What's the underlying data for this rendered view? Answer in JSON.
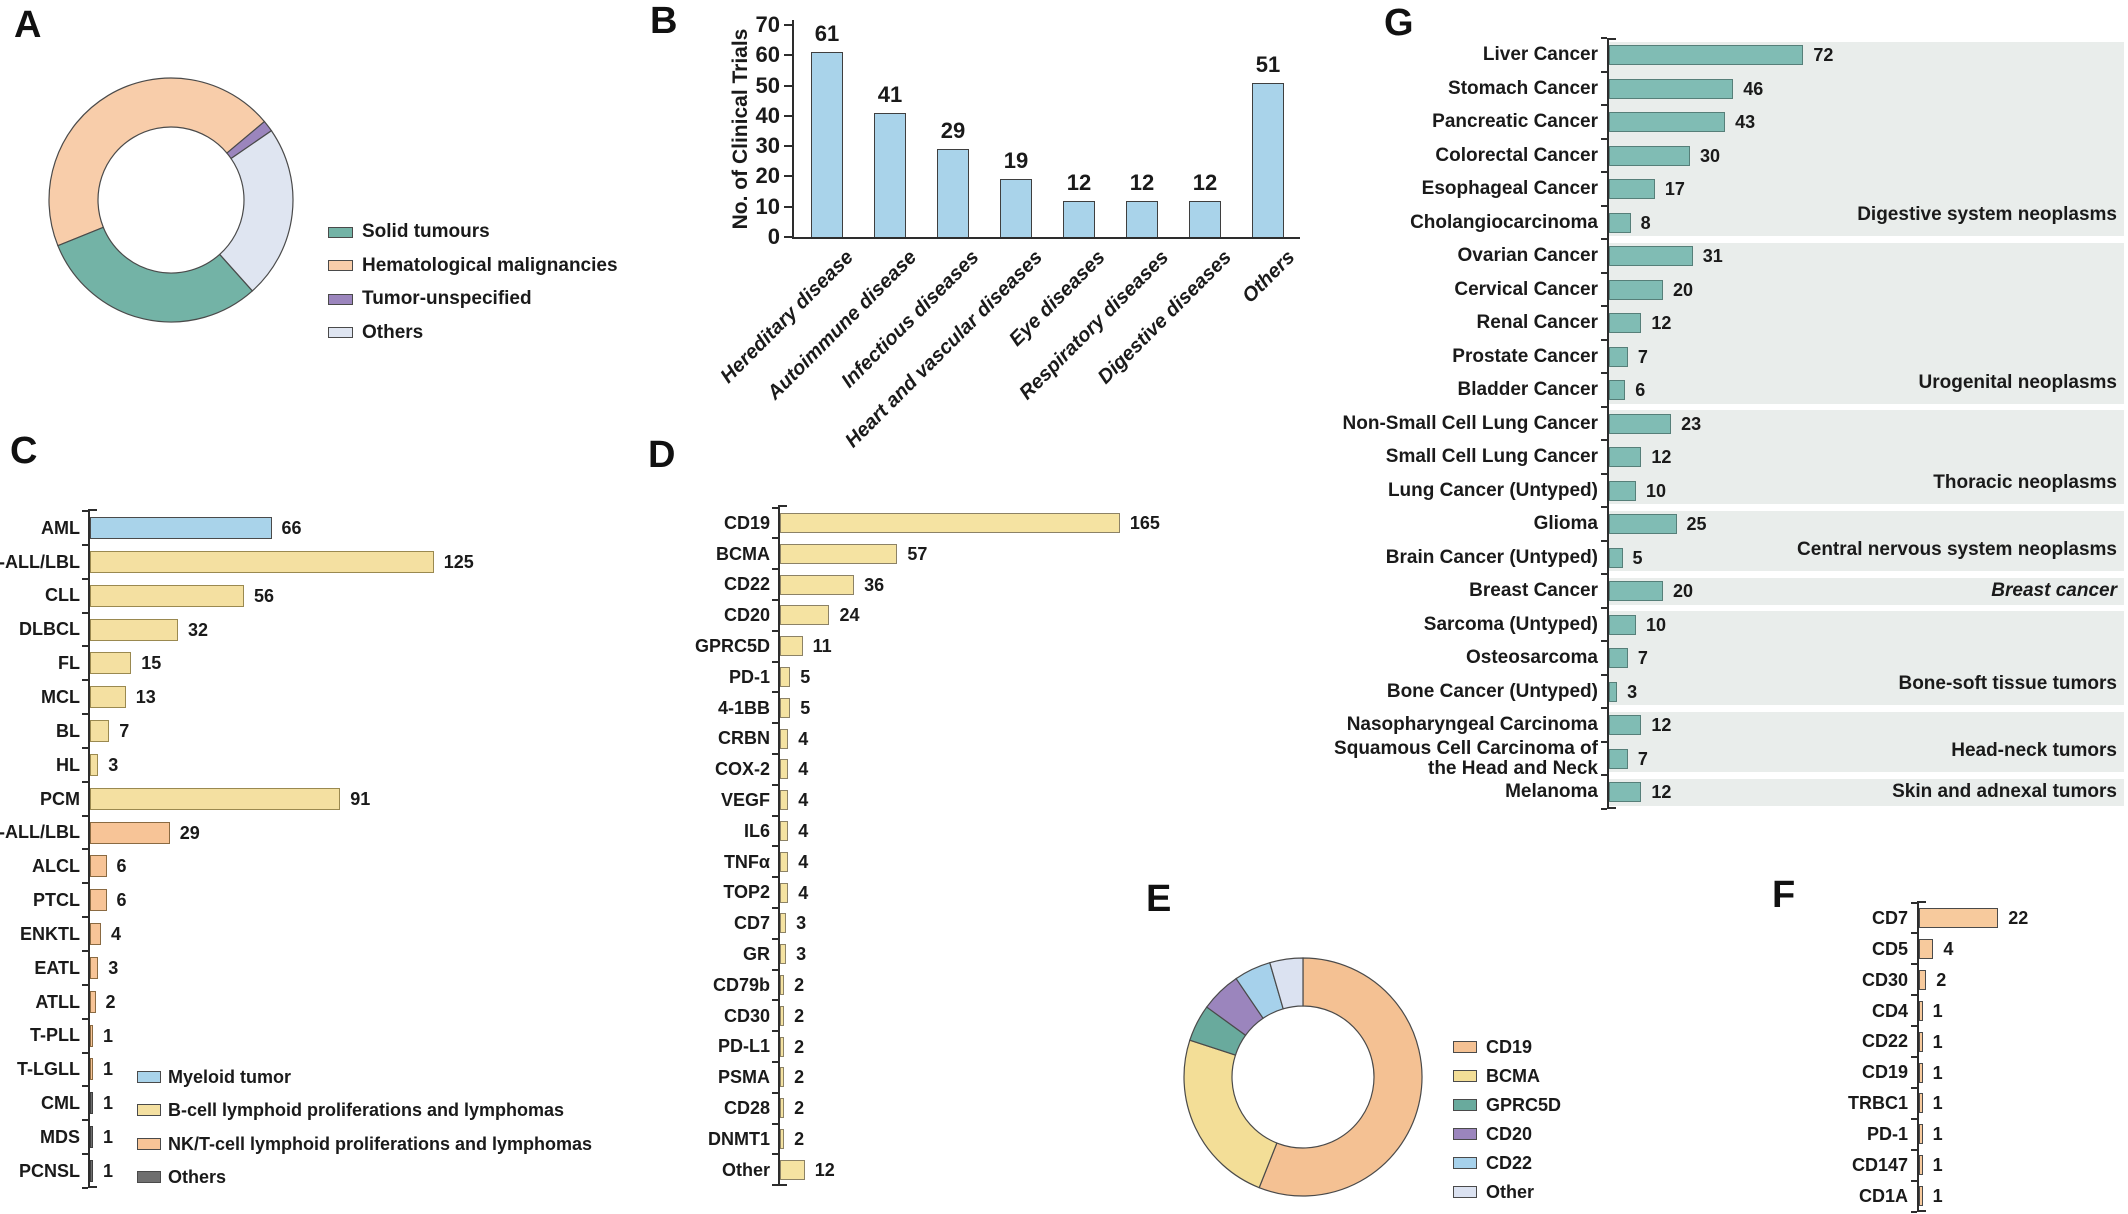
{
  "figure": {
    "background": "#ffffff",
    "axis_color": "#2d2d2d"
  },
  "panels": {
    "A": {
      "letter": "A"
    },
    "B": {
      "letter": "B"
    },
    "C": {
      "letter": "C"
    },
    "D": {
      "letter": "D"
    },
    "E": {
      "letter": "E"
    },
    "F": {
      "letter": "F"
    },
    "G": {
      "letter": "G"
    }
  },
  "chart_data": [
    {
      "panel": "A",
      "type": "pie",
      "donut": true,
      "rotation_deg": -112,
      "slices": [
        {
          "label": "Hematological malignancies",
          "pct": 45.0,
          "color": "#f8cdaa"
        },
        {
          "label": "Tumor-unspecified",
          "pct": 1.5,
          "color": "#9b85bd"
        },
        {
          "label": "Others",
          "pct": 23.0,
          "color": "#dfe5f1"
        },
        {
          "label": "Solid tumours",
          "pct": 30.5,
          "color": "#73b3a6"
        }
      ],
      "legend": [
        {
          "label": "Solid tumours",
          "color": "#73b3a6"
        },
        {
          "label": "Hematological malignancies",
          "color": "#f8cdaa"
        },
        {
          "label": "Tumor-unspecified",
          "color": "#9b85bd"
        },
        {
          "label": "Others",
          "color": "#dfe5f1"
        }
      ]
    },
    {
      "panel": "B",
      "type": "bar",
      "ylabel": "No. of Clinical Trials",
      "ylim": [
        0,
        70
      ],
      "yticks": [
        0,
        10,
        20,
        30,
        40,
        50,
        60,
        70
      ],
      "categories": [
        "Hereditary disease",
        "Autoimmune disease",
        "Infectious diseases",
        "Heart and vascular diseases",
        "Eye diseases",
        "Respiratory diseases",
        "Digestive diseases",
        "Others"
      ],
      "values": [
        61,
        41,
        29,
        19,
        12,
        12,
        12,
        51
      ],
      "bar_color": "#a9d3ea",
      "bar_outline": "#3f3f3f"
    },
    {
      "panel": "C",
      "type": "bar_h",
      "series": [
        {
          "name": "Myeloid tumor",
          "color": "#a9d3ea",
          "outline": "#4a4a4a"
        },
        {
          "name": "B-cell lymphoid proliferations and lymphomas",
          "color": "#f4e0a1",
          "outline": "#9a8950"
        },
        {
          "name": "NK/T-cell lymphoid proliferations and lymphomas",
          "color": "#f7c497",
          "outline": "#8a6a42"
        },
        {
          "name": "Others",
          "color": "#6f6f6f",
          "outline": "#3f3f3f"
        }
      ],
      "rows": [
        {
          "label": "AML",
          "value": 66,
          "series": 0
        },
        {
          "label": "B-ALL/LBL",
          "value": 125,
          "series": 1
        },
        {
          "label": "CLL",
          "value": 56,
          "series": 1
        },
        {
          "label": "DLBCL",
          "value": 32,
          "series": 1
        },
        {
          "label": "FL",
          "value": 15,
          "series": 1
        },
        {
          "label": "MCL",
          "value": 13,
          "series": 1
        },
        {
          "label": "BL",
          "value": 7,
          "series": 1
        },
        {
          "label": "HL",
          "value": 3,
          "series": 1
        },
        {
          "label": "PCM",
          "value": 91,
          "series": 1
        },
        {
          "label": "T-ALL/LBL",
          "value": 29,
          "series": 2
        },
        {
          "label": "ALCL",
          "value": 6,
          "series": 2
        },
        {
          "label": "PTCL",
          "value": 6,
          "series": 2
        },
        {
          "label": "ENKTL",
          "value": 4,
          "series": 2
        },
        {
          "label": "EATL",
          "value": 3,
          "series": 2
        },
        {
          "label": "ATLL",
          "value": 2,
          "series": 2
        },
        {
          "label": "T-PLL",
          "value": 1,
          "series": 2
        },
        {
          "label": "T-LGLL",
          "value": 1,
          "series": 2
        },
        {
          "label": "CML",
          "value": 1,
          "series": 3
        },
        {
          "label": "MDS",
          "value": 1,
          "series": 3
        },
        {
          "label": "PCNSL",
          "value": 1,
          "series": 3
        }
      ]
    },
    {
      "panel": "D",
      "type": "bar_h",
      "bar_color": "#f5e3a2",
      "bar_outline": "#8c8266",
      "rows": [
        {
          "label": "CD19",
          "value": 165
        },
        {
          "label": "BCMA",
          "value": 57
        },
        {
          "label": "CD22",
          "value": 36
        },
        {
          "label": "CD20",
          "value": 24
        },
        {
          "label": "GPRC5D",
          "value": 11
        },
        {
          "label": "PD-1",
          "value": 5
        },
        {
          "label": "4-1BB",
          "value": 5
        },
        {
          "label": "CRBN",
          "value": 4
        },
        {
          "label": "COX-2",
          "value": 4
        },
        {
          "label": "VEGF",
          "value": 4
        },
        {
          "label": "IL6",
          "value": 4
        },
        {
          "label": "TNFα",
          "value": 4
        },
        {
          "label": "TOP2",
          "value": 4
        },
        {
          "label": "CD7",
          "value": 3
        },
        {
          "label": "GR",
          "value": 3
        },
        {
          "label": "CD79b",
          "value": 2
        },
        {
          "label": "CD30",
          "value": 2
        },
        {
          "label": "PD-L1",
          "value": 2
        },
        {
          "label": "PSMA",
          "value": 2
        },
        {
          "label": "CD28",
          "value": 2
        },
        {
          "label": "DNMT1",
          "value": 2
        },
        {
          "label": "Other",
          "value": 12
        }
      ]
    },
    {
      "panel": "E",
      "type": "pie",
      "donut": true,
      "rotation_deg": 0,
      "slices": [
        {
          "label": "CD19",
          "pct": 56.0,
          "color": "#f4c193"
        },
        {
          "label": "BCMA",
          "pct": 24.0,
          "color": "#f3de97"
        },
        {
          "label": "GPRC5D",
          "pct": 5.0,
          "color": "#69aa9d"
        },
        {
          "label": "CD20",
          "pct": 5.5,
          "color": "#9b85bd"
        },
        {
          "label": "CD22",
          "pct": 5.0,
          "color": "#a6d1eb"
        },
        {
          "label": "Other",
          "pct": 4.5,
          "color": "#dbe2f1"
        }
      ],
      "legend": [
        {
          "label": "CD19",
          "color": "#f4c193"
        },
        {
          "label": "BCMA",
          "color": "#f3de97"
        },
        {
          "label": "GPRC5D",
          "color": "#69aa9d"
        },
        {
          "label": "CD20",
          "color": "#9b85bd"
        },
        {
          "label": "CD22",
          "color": "#a6d1eb"
        },
        {
          "label": "Other",
          "color": "#dbe2f1"
        }
      ]
    },
    {
      "panel": "F",
      "type": "bar_h",
      "bar_color": "#f7ca9d",
      "bar_outline": "#4a4a4a",
      "rows": [
        {
          "label": "CD7",
          "value": 22
        },
        {
          "label": "CD5",
          "value": 4
        },
        {
          "label": "CD30",
          "value": 2
        },
        {
          "label": "CD4",
          "value": 1
        },
        {
          "label": "CD22",
          "value": 1
        },
        {
          "label": "CD19",
          "value": 1
        },
        {
          "label": "TRBC1",
          "value": 1
        },
        {
          "label": "PD-1",
          "value": 1
        },
        {
          "label": "CD147",
          "value": 1
        },
        {
          "label": "CD1A",
          "value": 1
        }
      ]
    },
    {
      "panel": "G",
      "type": "bar_h",
      "bar_color": "#80bcb4",
      "bar_outline": "#567f79",
      "band_color": "#e9edeb",
      "rows": [
        {
          "label": "Liver Cancer",
          "value": 72
        },
        {
          "label": "Stomach Cancer",
          "value": 46
        },
        {
          "label": "Pancreatic Cancer",
          "value": 43
        },
        {
          "label": "Colorectal Cancer",
          "value": 30
        },
        {
          "label": "Esophageal Cancer",
          "value": 17
        },
        {
          "label": "Cholangiocarcinoma",
          "value": 8
        },
        {
          "label": "Ovarian Cancer",
          "value": 31
        },
        {
          "label": "Cervical Cancer",
          "value": 20
        },
        {
          "label": "Renal Cancer",
          "value": 12
        },
        {
          "label": "Prostate Cancer",
          "value": 7
        },
        {
          "label": "Bladder Cancer",
          "value": 6
        },
        {
          "label": "Non-Small Cell Lung Cancer",
          "value": 23
        },
        {
          "label": "Small Cell Lung Cancer",
          "value": 12
        },
        {
          "label": "Lung Cancer (Untyped)",
          "value": 10
        },
        {
          "label": "Glioma",
          "value": 25
        },
        {
          "label": "Brain Cancer (Untyped)",
          "value": 5
        },
        {
          "label": "Breast Cancer",
          "value": 20
        },
        {
          "label": "Sarcoma (Untyped)",
          "value": 10
        },
        {
          "label": "Osteosarcoma",
          "value": 7
        },
        {
          "label": "Bone Cancer (Untyped)",
          "value": 3
        },
        {
          "label": "Nasopharyngeal Carcinoma",
          "value": 12
        },
        {
          "label": "Squamous Cell Carcinoma of\nthe Head and Neck",
          "value": 7
        },
        {
          "label": "Melanoma",
          "value": 12
        }
      ],
      "groups": [
        {
          "label": "Digestive system neoplasms",
          "rows": [
            0,
            5
          ]
        },
        {
          "label": "Urogenital neoplasms",
          "rows": [
            6,
            10
          ]
        },
        {
          "label": "Thoracic neoplasms",
          "rows": [
            11,
            13
          ]
        },
        {
          "label": "Central nervous system neoplasms",
          "rows": [
            14,
            15
          ]
        },
        {
          "label": "Breast cancer",
          "rows": [
            16,
            16
          ],
          "italic": true
        },
        {
          "label": "Bone-soft tissue tumors",
          "rows": [
            17,
            19
          ]
        },
        {
          "label": "Head-neck tumors",
          "rows": [
            20,
            21
          ]
        },
        {
          "label": "Skin and adnexal tumors",
          "rows": [
            22,
            22
          ]
        }
      ]
    }
  ]
}
